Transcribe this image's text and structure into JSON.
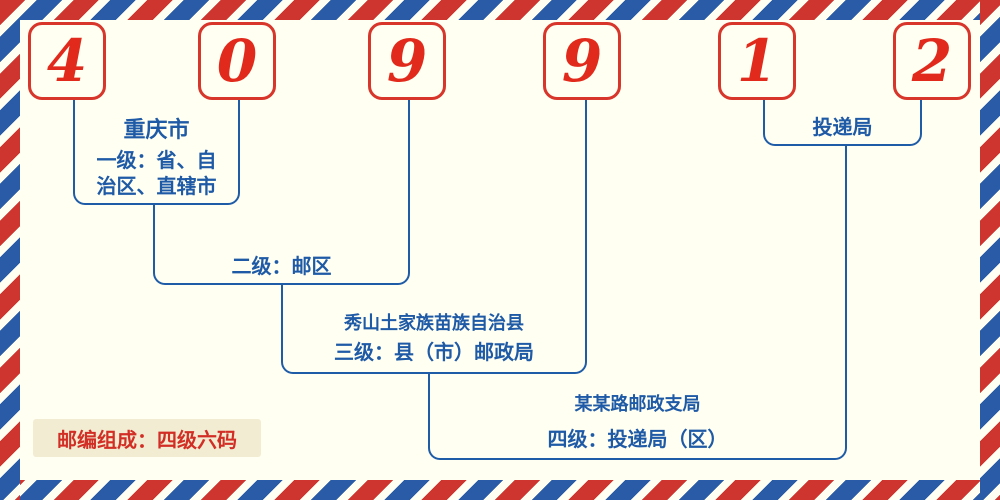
{
  "postal_code": {
    "digits": [
      "4",
      "0",
      "9",
      "9",
      "1",
      "2"
    ]
  },
  "level1": {
    "place": "重庆市",
    "desc_line1": "一级：省、自",
    "desc_line2": "治区、直辖市"
  },
  "level2": {
    "desc": "二级：邮区"
  },
  "level3": {
    "place": "秀山土家族苗族自治县",
    "desc": "三级：县（市）邮政局"
  },
  "level4": {
    "place": "某某路邮政支局",
    "desc": "四级：投递局（区）"
  },
  "delivery": {
    "label": "投递局"
  },
  "footer": {
    "composition": "邮编组成：四级六码"
  },
  "colors": {
    "background": "#FFFFF2",
    "stripe_red": "#CE352F",
    "stripe_blue": "#2A5BA6",
    "digit_red": "#E22A1C",
    "digit_box_red": "#D8352B",
    "line_blue": "#1F5CA8",
    "text_blue": "#1E5AA6",
    "badge_bg": "#F2EDD2",
    "badge_text_red": "#D22E26"
  }
}
